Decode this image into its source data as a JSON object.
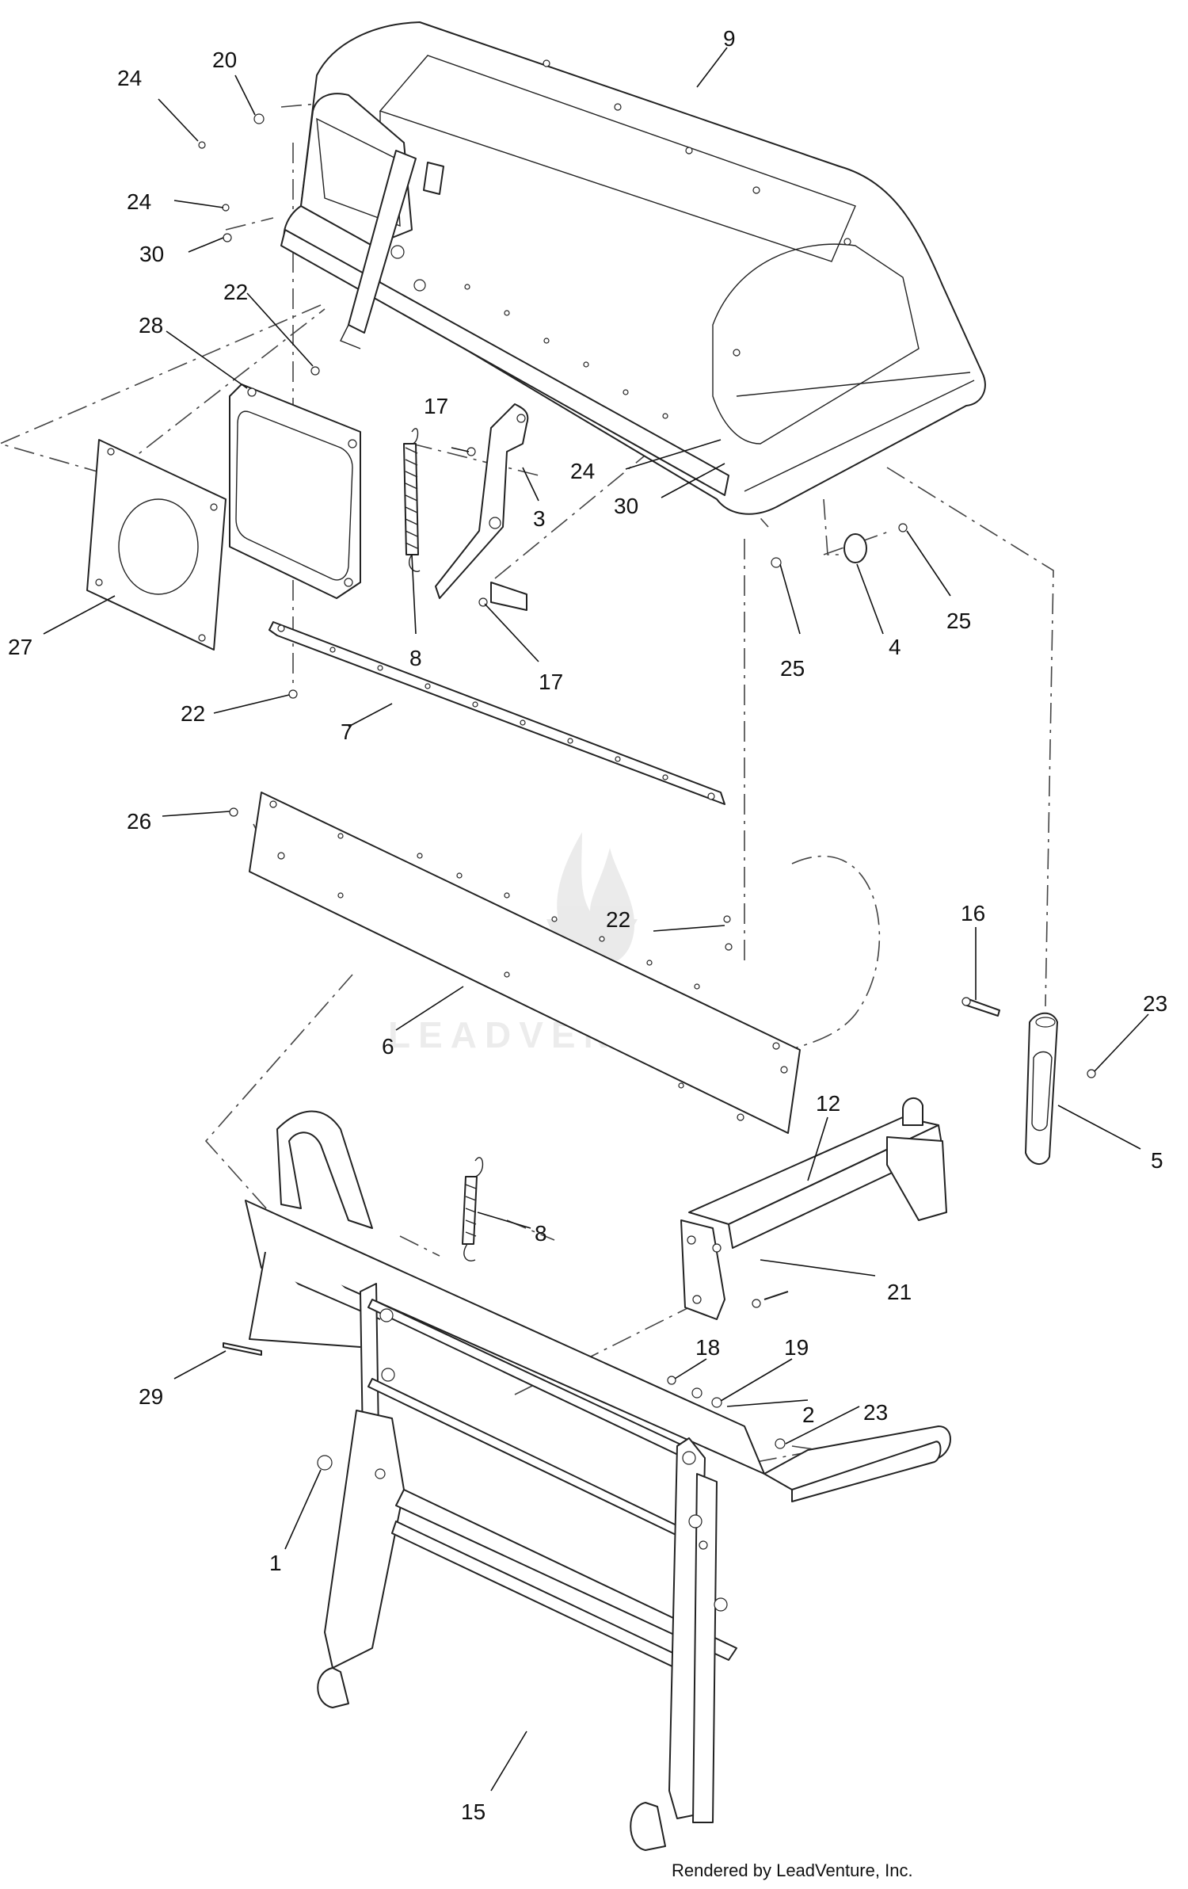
{
  "callouts": [
    {
      "id": "c24a",
      "label": "24"
    },
    {
      "id": "c20",
      "label": "20"
    },
    {
      "id": "c9",
      "label": "9"
    },
    {
      "id": "c24b",
      "label": "24"
    },
    {
      "id": "c30a",
      "label": "30"
    },
    {
      "id": "c22a",
      "label": "22"
    },
    {
      "id": "c28",
      "label": "28"
    },
    {
      "id": "c17a",
      "label": "17"
    },
    {
      "id": "c24c",
      "label": "24"
    },
    {
      "id": "c30b",
      "label": "30"
    },
    {
      "id": "c3",
      "label": "3"
    },
    {
      "id": "c8a",
      "label": "8"
    },
    {
      "id": "c17b",
      "label": "17"
    },
    {
      "id": "c27",
      "label": "27"
    },
    {
      "id": "c22b",
      "label": "22"
    },
    {
      "id": "c7",
      "label": "7"
    },
    {
      "id": "c25a",
      "label": "25"
    },
    {
      "id": "c4",
      "label": "4"
    },
    {
      "id": "c25b",
      "label": "25"
    },
    {
      "id": "c26",
      "label": "26"
    },
    {
      "id": "c22c",
      "label": "22"
    },
    {
      "id": "c6",
      "label": "6"
    },
    {
      "id": "c16",
      "label": "16"
    },
    {
      "id": "c23a",
      "label": "23"
    },
    {
      "id": "c5",
      "label": "5"
    },
    {
      "id": "c12",
      "label": "12"
    },
    {
      "id": "c8b",
      "label": "8"
    },
    {
      "id": "c21",
      "label": "21"
    },
    {
      "id": "c29",
      "label": "29"
    },
    {
      "id": "c18",
      "label": "18"
    },
    {
      "id": "c19",
      "label": "19"
    },
    {
      "id": "c2",
      "label": "2"
    },
    {
      "id": "c23b",
      "label": "23"
    },
    {
      "id": "c1",
      "label": "1"
    },
    {
      "id": "c15",
      "label": "15"
    }
  ],
  "watermark": {
    "text": "LEADVENTURE"
  },
  "credit": {
    "text": "Rendered by LeadVenture, Inc."
  }
}
